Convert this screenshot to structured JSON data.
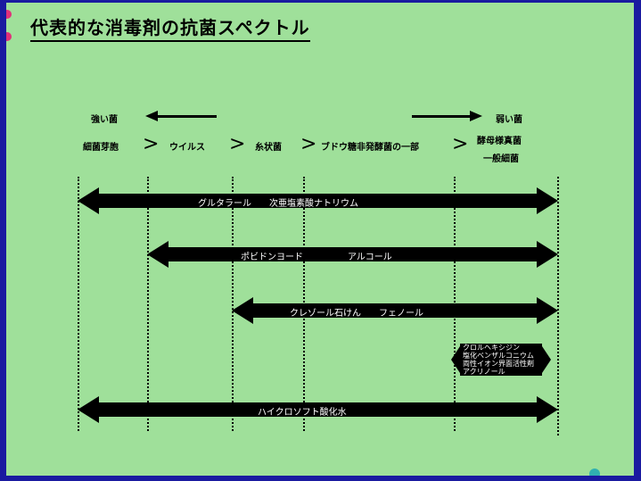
{
  "title": "代表的な消毒剤の抗菌スペクトル",
  "strong_label": "強い菌",
  "weak_label": "弱い菌",
  "organisms": {
    "o1": "細菌芽胞",
    "o2": "ウイルス",
    "o3": "糸状菌",
    "o4": "ブドウ糖非発酵菌の一部",
    "o5_line1": "酵母様真菌",
    "o5_line2": "一般細菌"
  },
  "separator": ">",
  "bars": {
    "b1": "グルタラール　　次亜塩素酸ナトリウム",
    "b2": "ポビドンヨード　　　　　アルコール",
    "b3": "クレゾール石けん　　フェノール",
    "b4_lines": [
      "クロルヘキシジン",
      "塩化ベンザルコニウム",
      "両性イオン界面活性剤",
      "アクリノール"
    ],
    "b5": "ハイクロソフト酸化水"
  },
  "colors": {
    "background": "#9fe09a",
    "frame": "#1a1aa0",
    "ink": "#000000",
    "bar_text": "#ffffff"
  }
}
